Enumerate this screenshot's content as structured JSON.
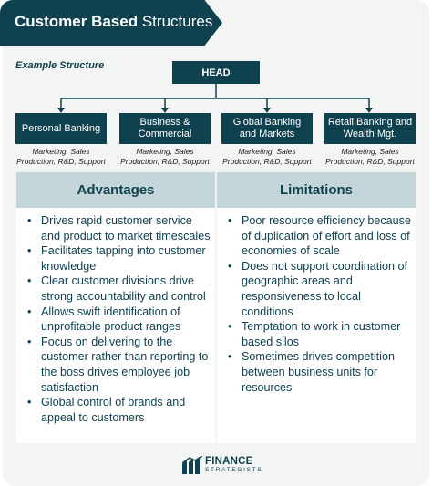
{
  "header": {
    "title_bold": "Customer Based",
    "title_rest": "Structures"
  },
  "example_label": "Example Structure",
  "org": {
    "head": "HEAD",
    "units": [
      {
        "label": "Personal Banking",
        "functions": "Marketing, Sales Production, R&D, Support"
      },
      {
        "label": "Business & Commercial",
        "functions": "Marketing, Sales Production, R&D, Support"
      },
      {
        "label": "Global Banking and Markets",
        "functions": "Marketing, Sales Production, R&D, Support"
      },
      {
        "label": "Retail Banking and Wealth Mgt.",
        "functions": "Marketing, Sales Production, R&D, Support"
      }
    ]
  },
  "advantages": {
    "heading": "Advantages",
    "items": [
      "Drives rapid customer service and product to market timescales",
      "Facilitates tapping into customer knowledge",
      "Clear customer divisions drive strong accountability and control",
      "Allows swift identification of unprofitable product ranges",
      "Focus on delivering to the customer rather than reporting to the boss drives employee job satisfaction",
      "Global control of brands and appeal to customers"
    ]
  },
  "limitations": {
    "heading": "Limitations",
    "items": [
      "Poor resource efficiency because of duplication of effort and loss of economies of scale",
      "Does not support coordination of geographic areas and responsiveness to local conditions",
      "Temptation to work in customer based silos",
      "Sometimes drives competition between business units for resources"
    ]
  },
  "logo": {
    "line1": "FINANCE",
    "line2": "STRATEGISTS"
  },
  "colors": {
    "navy": "#10414f",
    "header_band": "#c4d6da",
    "card_bg": "#f3f4f4"
  }
}
